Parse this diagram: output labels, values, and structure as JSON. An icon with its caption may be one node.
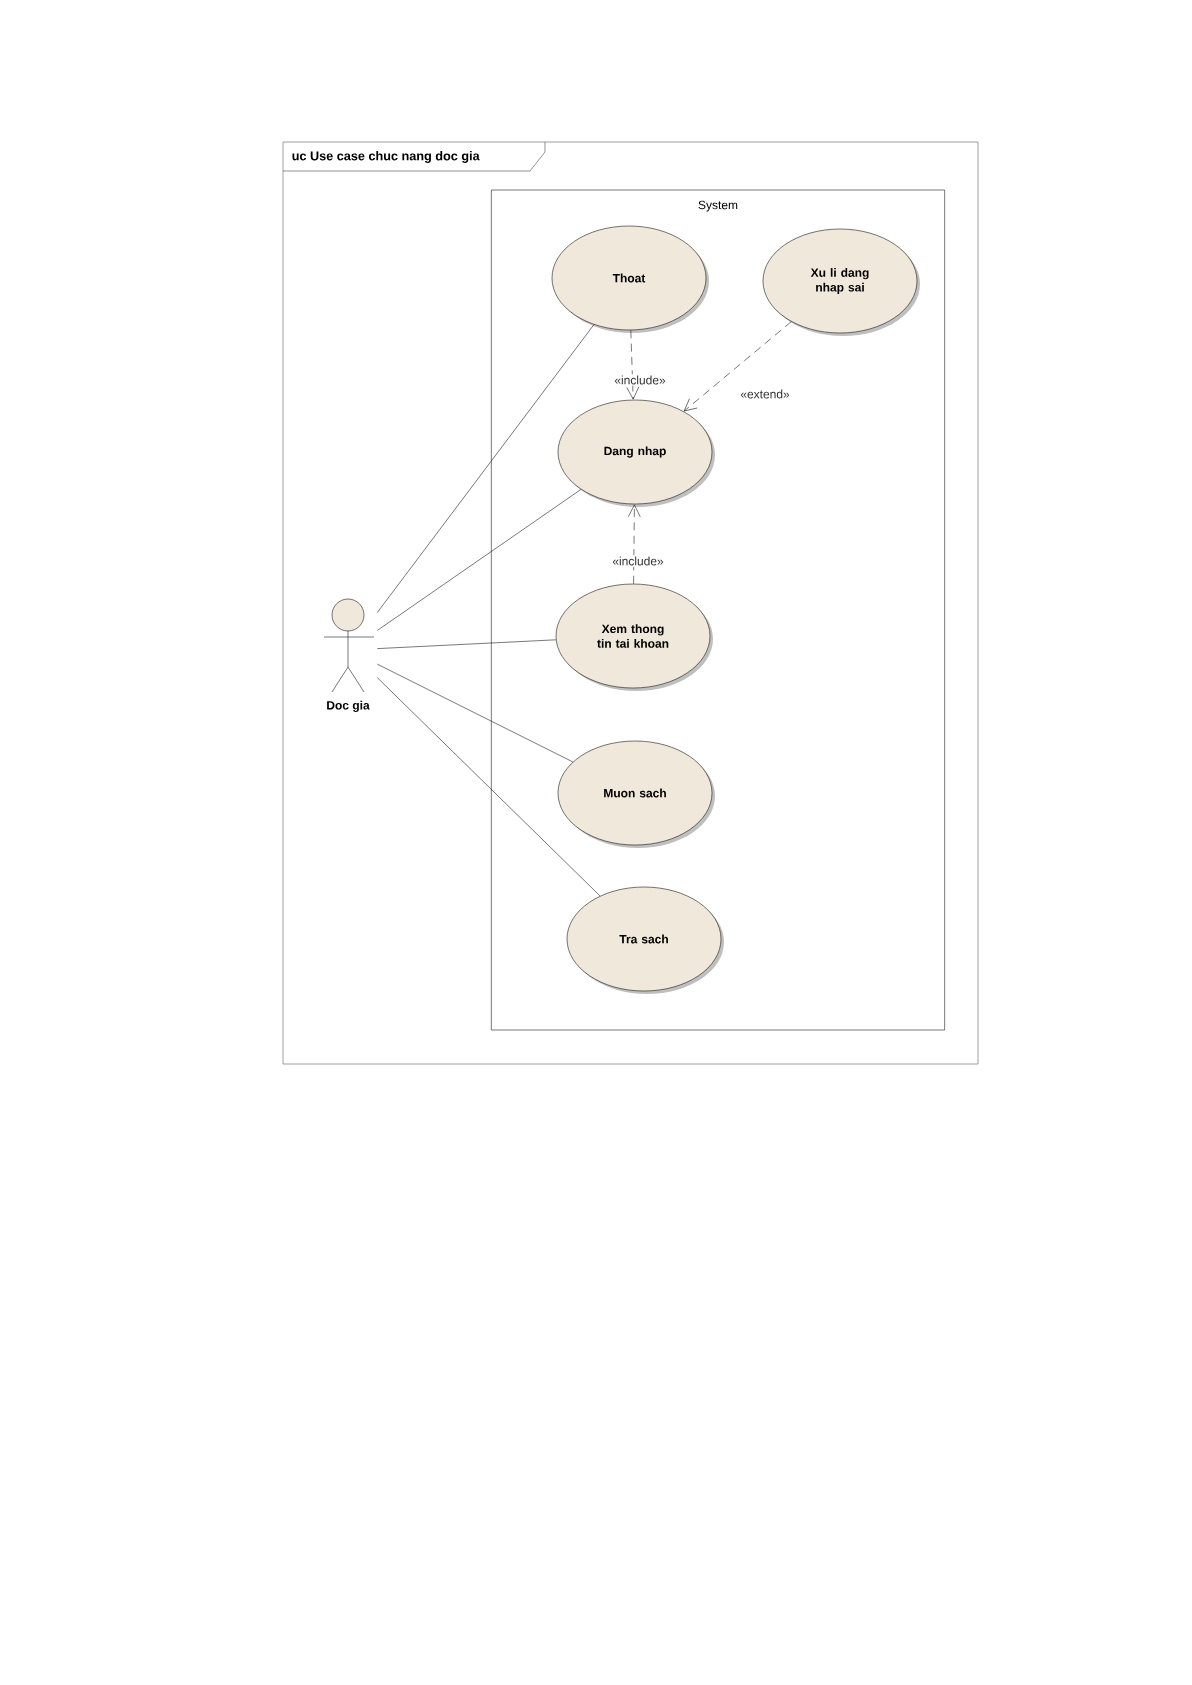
{
  "diagram": {
    "title": "uc Use case chuc nang doc gia",
    "nodes": [
      {
        "text": [
          "System"
        ]
      },
      {
        "text": [
          "Thoat"
        ],
        "in": 0
      },
      {
        "text": [
          "Xu li dang nhap sai"
        ],
        "in": 0
      },
      {
        "text": [
          "Dang nhap"
        ],
        "in": 0
      },
      {
        "text": [
          "Xem thong tin tai khoan"
        ],
        "in": 0
      },
      {
        "text": [
          "Muon sach"
        ],
        "in": 0
      },
      {
        "text": [
          "Tra sach"
        ],
        "in": 0
      },
      {
        "text": [
          "Doc gia"
        ]
      }
    ],
    "edges": [
      {
        "from": 7,
        "to": 1,
        "arrow": "none"
      },
      {
        "from": 7,
        "to": 3,
        "arrow": "none"
      },
      {
        "from": 7,
        "to": 4,
        "arrow": "none"
      },
      {
        "from": 7,
        "to": 5,
        "arrow": "none"
      },
      {
        "from": 7,
        "to": 6,
        "arrow": "none"
      },
      {
        "from": 1,
        "to": 3,
        "arrow": "to",
        "style": "dashed",
        "label": "«include»"
      },
      {
        "from": 2,
        "to": 3,
        "arrow": "to",
        "style": "dashed",
        "label": "«extend»"
      },
      {
        "from": 4,
        "to": 3,
        "arrow": "to",
        "style": "dashed",
        "label": "«include»"
      }
    ]
  }
}
